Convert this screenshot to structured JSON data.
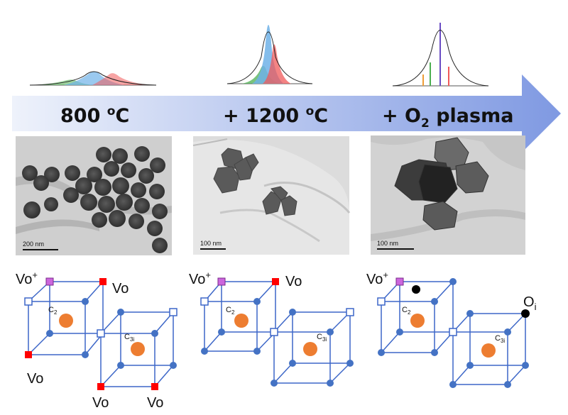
{
  "stages": [
    {
      "label": "800 ",
      "label_superscript": "o",
      "label_suffix": "C",
      "scale_bar": "200 nm"
    },
    {
      "label": "+ 1200 ",
      "label_superscript": "o",
      "label_suffix": "C",
      "scale_bar": "100 nm"
    },
    {
      "label": "+ O",
      "label_subscript": "2",
      "label_suffix": " plasma",
      "scale_bar": "100 nm"
    }
  ],
  "lattice": {
    "site_c2": "C",
    "site_c2_sub": "2",
    "site_c3i": "C",
    "site_c3i_sub": "3i",
    "vo": "Vo",
    "vo_plus": "Vo",
    "vo_plus_sup": "+",
    "oi": "O",
    "oi_sub": "i"
  },
  "colors": {
    "arrow_light": "#e9eef9",
    "arrow_dark": "#7f99e2",
    "lattice_line": "#3d67c8",
    "lattice_node": "#4472c4",
    "cation_site": "#ed7d31",
    "vo_square": "#ff0000",
    "vo_plus_square": "#cc66dd",
    "oi_dot": "#000000",
    "peak_blue": "#6fb2e8",
    "peak_green": "#4caf50",
    "peak_red": "#f05a5a",
    "peak_orange": "#ef9d36",
    "peak_purple": "#6a4cc4"
  }
}
